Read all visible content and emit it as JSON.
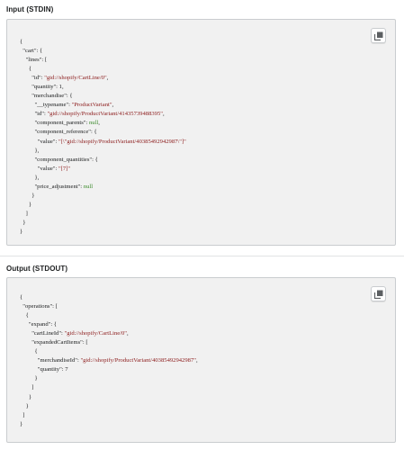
{
  "input": {
    "title": "Input (STDIN)",
    "copy_icon": "copy-icon",
    "code_lines": [
      [
        {
          "t": "{"
        }
      ],
      [
        {
          "t": "  \"cart\": {"
        }
      ],
      [
        {
          "t": "    \"lines\": ["
        }
      ],
      [
        {
          "t": "      {"
        }
      ],
      [
        {
          "t": "        \"id\": "
        },
        {
          "t": "\"gid://shopify/CartLine/0\"",
          "c": "str"
        },
        {
          "t": ","
        }
      ],
      [
        {
          "t": "        \"quantity\": 1,"
        }
      ],
      [
        {
          "t": "        \"merchandise\": {"
        }
      ],
      [
        {
          "t": "          \"__typename\": "
        },
        {
          "t": "\"ProductVariant\"",
          "c": "str"
        },
        {
          "t": ","
        }
      ],
      [
        {
          "t": "          \"id\": "
        },
        {
          "t": "\"gid://shopify/ProductVariant/41435739488395\"",
          "c": "str"
        },
        {
          "t": ","
        }
      ],
      [
        {
          "t": "          \"component_parents\": "
        },
        {
          "t": "null",
          "c": "nul"
        },
        {
          "t": ","
        }
      ],
      [
        {
          "t": "          \"component_reference\": {"
        }
      ],
      [
        {
          "t": "            \"value\": "
        },
        {
          "t": "\"[\\\"gid://shopify/ProductVariant/40385492942987\\\"]\"",
          "c": "str"
        }
      ],
      [
        {
          "t": "          },"
        }
      ],
      [
        {
          "t": "          \"component_quantities\": {"
        }
      ],
      [
        {
          "t": "            \"value\": "
        },
        {
          "t": "\"[7]\"",
          "c": "str"
        }
      ],
      [
        {
          "t": "          },"
        }
      ],
      [
        {
          "t": "          \"price_adjustment\": "
        },
        {
          "t": "null",
          "c": "nul"
        }
      ],
      [
        {
          "t": "        }"
        }
      ],
      [
        {
          "t": "      }"
        }
      ],
      [
        {
          "t": "    ]"
        }
      ],
      [
        {
          "t": "  }"
        }
      ],
      [
        {
          "t": "}"
        }
      ]
    ]
  },
  "output": {
    "title": "Output (STDOUT)",
    "copy_icon": "copy-icon",
    "code_lines": [
      [
        {
          "t": "{"
        }
      ],
      [
        {
          "t": "  \"operations\": ["
        }
      ],
      [
        {
          "t": "    {"
        }
      ],
      [
        {
          "t": "      \"expand\": {"
        }
      ],
      [
        {
          "t": "        \"cartLineId\": "
        },
        {
          "t": "\"gid://shopify/CartLine/0\"",
          "c": "str"
        },
        {
          "t": ","
        }
      ],
      [
        {
          "t": "        \"expandedCartItems\": ["
        }
      ],
      [
        {
          "t": "          {"
        }
      ],
      [
        {
          "t": "            \"merchandiseId\": "
        },
        {
          "t": "\"gid://shopify/ProductVariant/40385492942987\"",
          "c": "str"
        },
        {
          "t": ","
        }
      ],
      [
        {
          "t": "            \"quantity\": 7"
        }
      ],
      [
        {
          "t": "          }"
        }
      ],
      [
        {
          "t": "        ]"
        }
      ],
      [
        {
          "t": "      }"
        }
      ],
      [
        {
          "t": "    }"
        }
      ],
      [
        {
          "t": "  ]"
        }
      ],
      [
        {
          "t": "}"
        }
      ]
    ]
  }
}
